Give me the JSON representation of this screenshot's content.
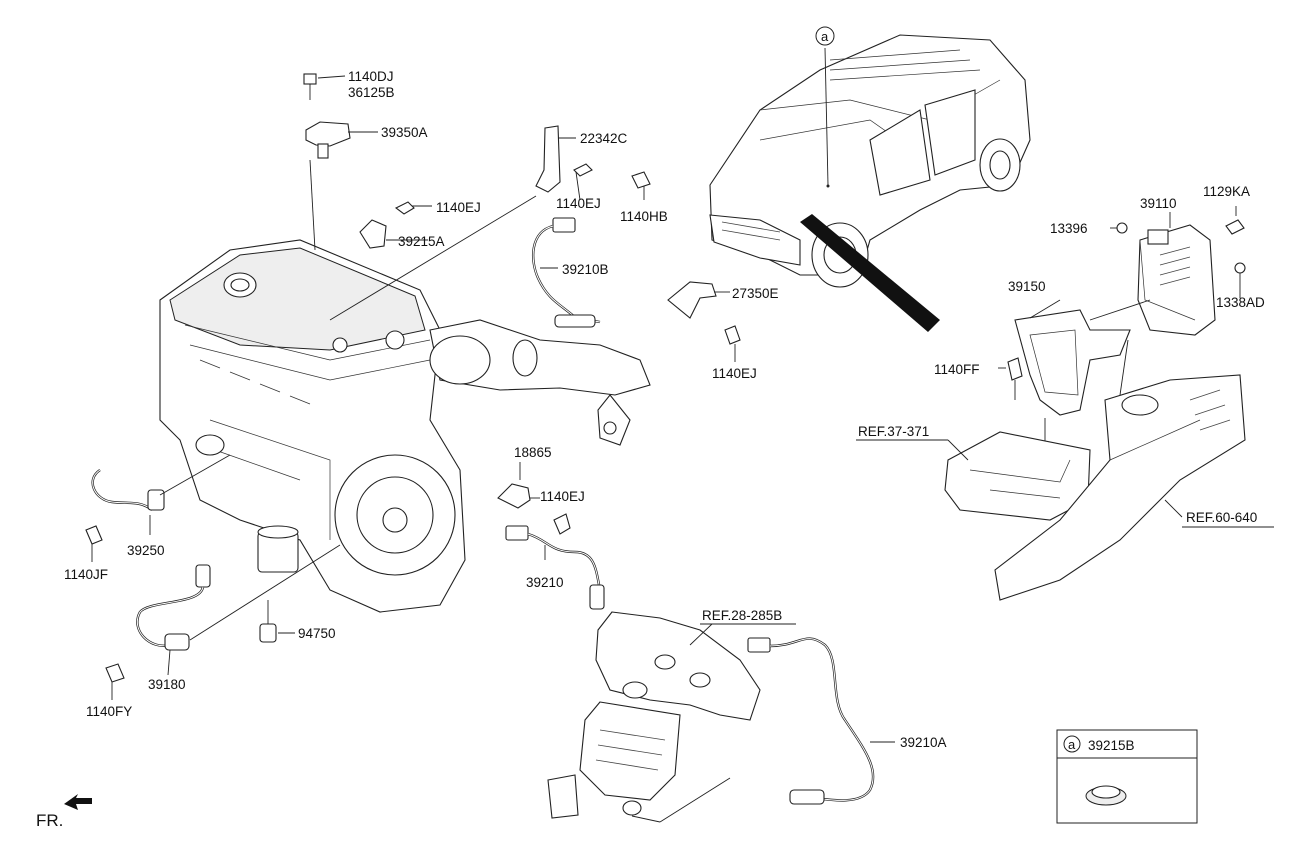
{
  "callouts": {
    "c_1140DJ": "1140DJ",
    "c_36125B": "36125B",
    "c_39350A": "39350A",
    "c_22342C": "22342C",
    "c_1140EJ_a": "1140EJ",
    "c_1140EJ_b": "1140EJ",
    "c_1140HB": "1140HB",
    "c_39215A": "39215A",
    "c_39210B": "39210B",
    "c_27350E": "27350E",
    "c_1140EJ_c": "1140EJ",
    "c_18865": "18865",
    "c_1140EJ_d": "1140EJ",
    "c_39210": "39210",
    "c_39250": "39250",
    "c_1140JF": "1140JF",
    "c_94750": "94750",
    "c_39180": "39180",
    "c_1140FY": "1140FY",
    "c_REF28": "REF.28-285B",
    "c_39210A": "39210A",
    "c_1129KA": "1129KA",
    "c_39110": "39110",
    "c_13396": "13396",
    "c_1338AD": "1338AD",
    "c_39150": "39150",
    "c_1140FF": "1140FF",
    "c_REF37": "REF.37-371",
    "c_REF60": "REF.60-640"
  },
  "vehicle_marker": "a",
  "inset": {
    "marker": "a",
    "part_no": "39215B"
  },
  "front_indicator": "FR."
}
